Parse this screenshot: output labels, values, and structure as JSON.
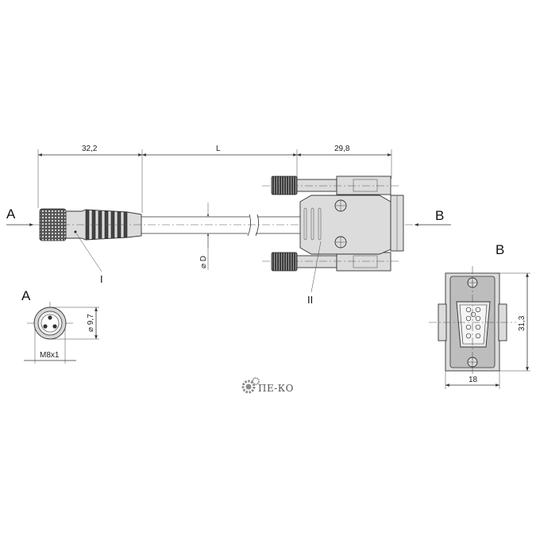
{
  "view_labels": {
    "left_arrow": "A",
    "right_arrow": "B",
    "end_view_a": "A",
    "end_view_b": "B"
  },
  "dimensions": {
    "plug_length": "32,2",
    "cable_length": "L",
    "sub_d_length": "29,8",
    "cable_diameter": "⌀ D",
    "end_a_diameter": "⌀ 9,7",
    "end_a_thread": "M8x1",
    "end_b_height": "31,3",
    "end_b_width": "18"
  },
  "callouts": {
    "part_one": "I",
    "part_two": "II"
  },
  "logo": {
    "text": "ПЕ-КО",
    "colors": {
      "gear": "#8a8a8a",
      "text": "#555555"
    }
  },
  "colors": {
    "line": "#333333",
    "body_fill": "#dcdcdc",
    "dark_fill": "#444444"
  }
}
